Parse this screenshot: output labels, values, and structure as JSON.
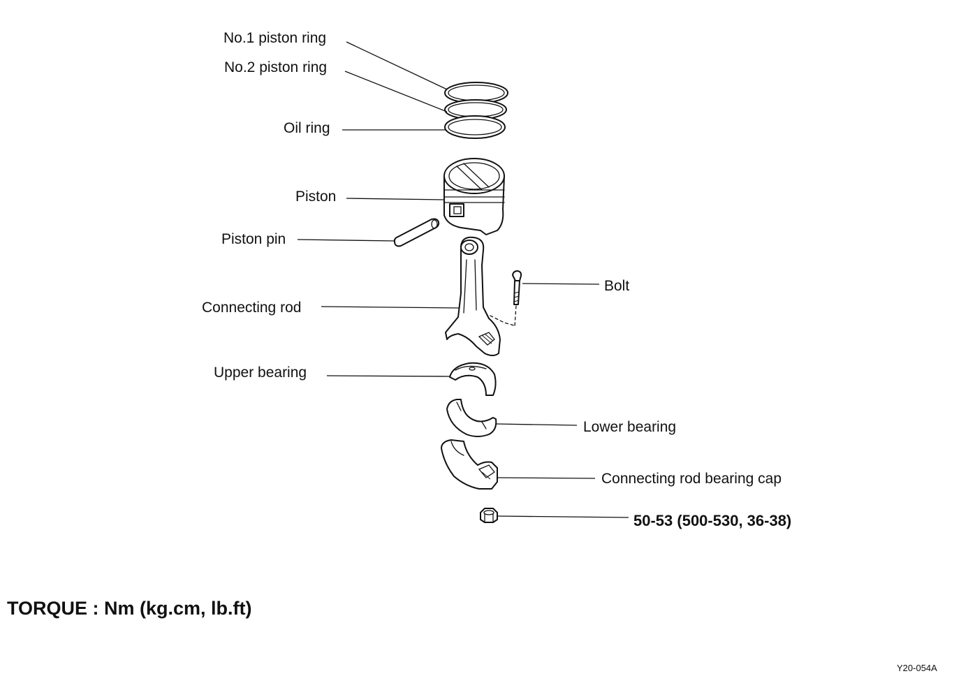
{
  "labels": {
    "no1_piston_ring": "No.1 piston ring",
    "no2_piston_ring": "No.2 piston ring",
    "oil_ring": "Oil ring",
    "piston": "Piston",
    "piston_pin": "Piston pin",
    "connecting_rod": "Connecting rod",
    "bolt": "Bolt",
    "upper_bearing": "Upper bearing",
    "lower_bearing": "Lower bearing",
    "bearing_cap": "Connecting rod bearing cap",
    "nut_torque": "50-53 (500-530, 36-38)"
  },
  "torque_legend": "TORQUE : Nm (kg.cm, lb.ft)",
  "figure_code": "Y20-054A"
}
